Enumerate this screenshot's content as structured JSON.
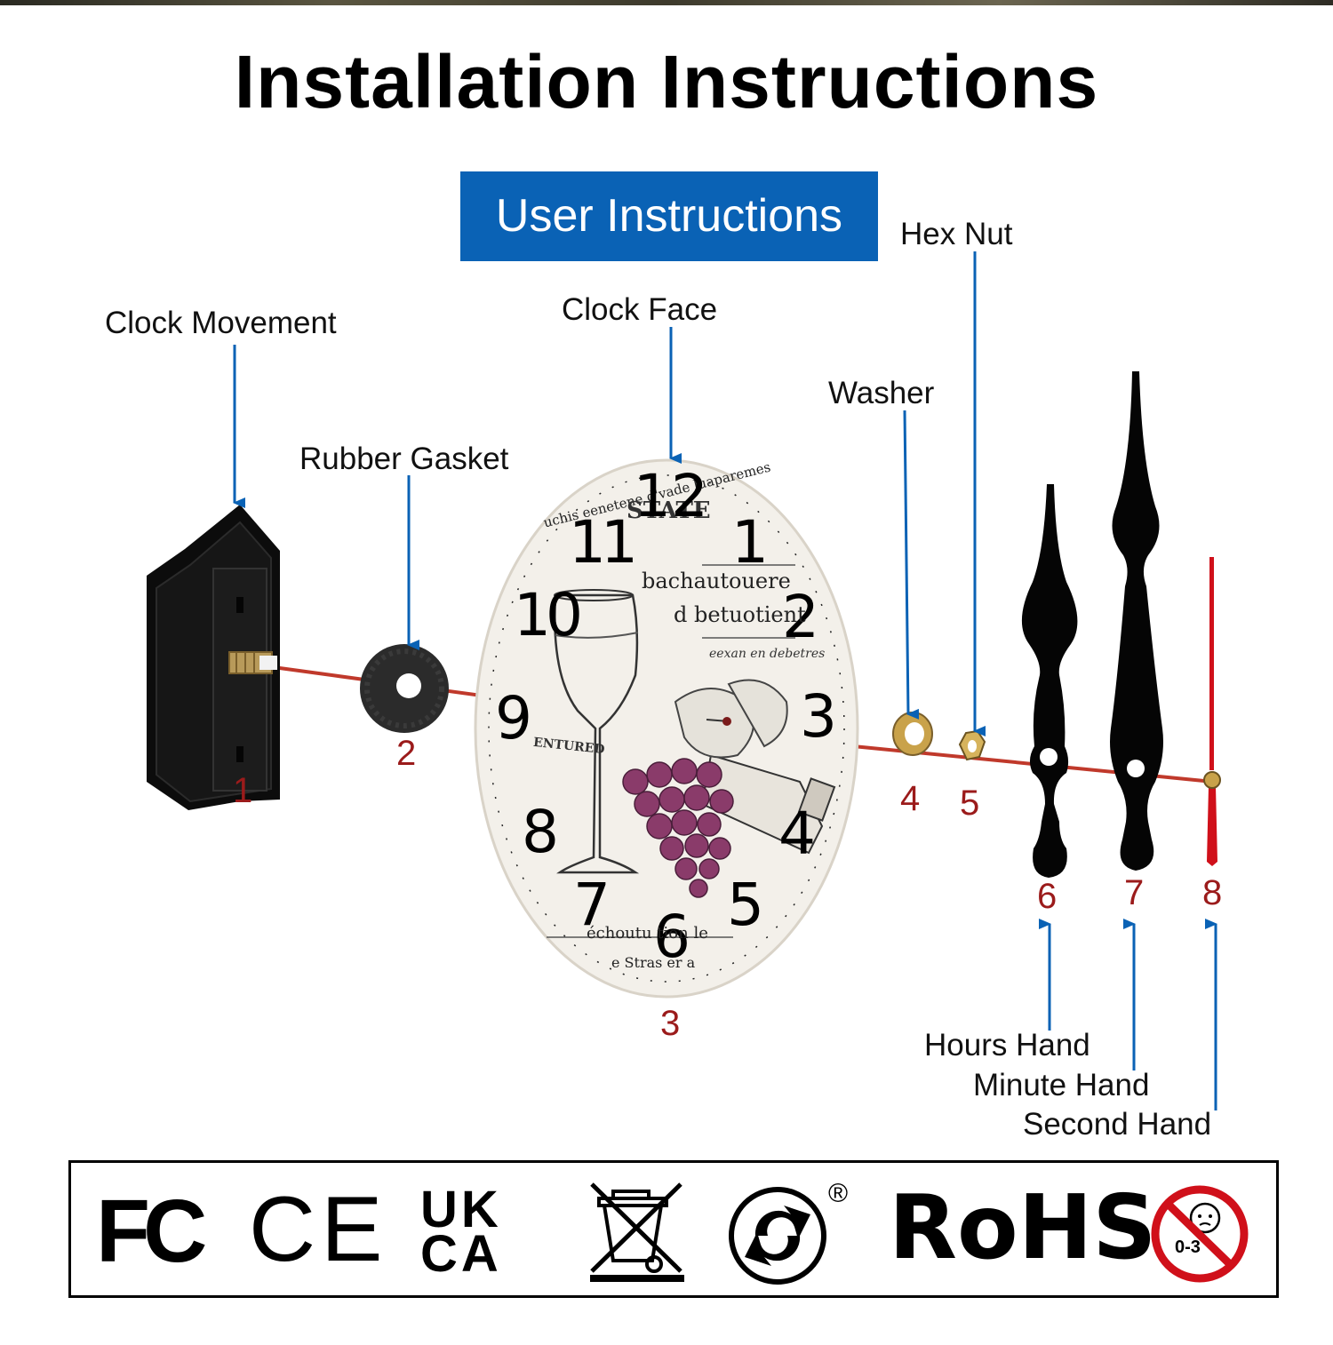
{
  "title": "Installation Instructions",
  "subtitle": "User Instructions",
  "labels": {
    "clock_movement": "Clock Movement",
    "rubber_gasket": "Rubber Gasket",
    "clock_face": "Clock Face",
    "washer": "Washer",
    "hex_nut": "Hex Nut",
    "hours_hand": "Hours Hand",
    "minute_hand": "Minute Hand",
    "second_hand": "Second Hand"
  },
  "numbers": [
    "1",
    "2",
    "3",
    "4",
    "5",
    "6",
    "7",
    "8"
  ],
  "clock_face": {
    "numerals": [
      "12",
      "1",
      "2",
      "3",
      "4",
      "5",
      "6",
      "7",
      "8",
      "9",
      "10",
      "11"
    ],
    "texts": {
      "arc": "uchis eenetene d'vade luaparemes",
      "stamp": "STATE",
      "line1": "bachautouere",
      "line2": "d betuotient",
      "line3": "eexan en debetres",
      "bottle": "ENTURED",
      "bottom1": "échoutu tion le",
      "bottom2": "e Stras er a"
    }
  },
  "certifications": {
    "fc": "FC",
    "ce": "CE",
    "ukca_top": "UK",
    "ukca_bottom": "CA",
    "registered": "®",
    "rohs": "RoHS",
    "age": "0-3"
  },
  "colors": {
    "accent_blue": "#0a62b5",
    "number_red": "#9b1b1b",
    "shaft_line": "#c0392b",
    "second_hand": "#d0101a"
  }
}
